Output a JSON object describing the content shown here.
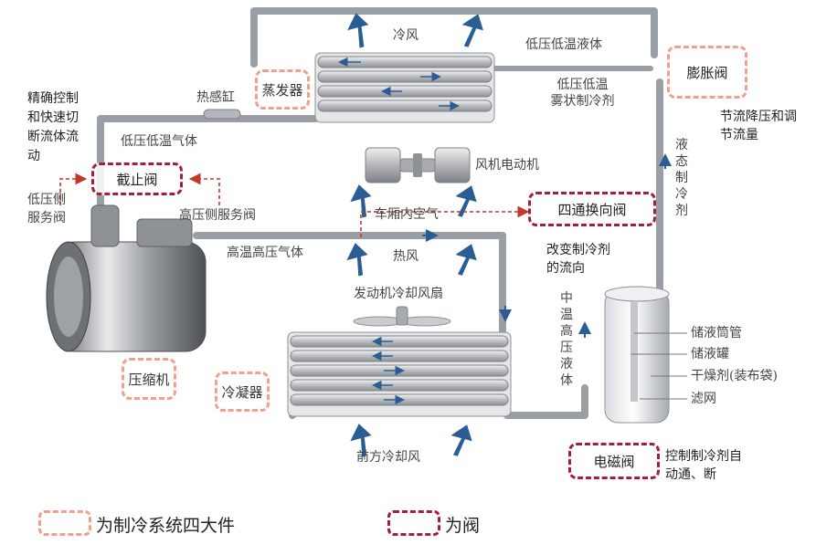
{
  "labels": {
    "cold_air": "冷风",
    "low_temp_low_pressure_liquid": "低压低温液体",
    "low_temp_low_pressure_mist": "低压低温\n雾状制冷剂",
    "thermal_bulb": "热感缸",
    "precise_control": "精确控制\n和快速切\n断流体流\n动",
    "low_temp_low_pressure_gas": "低压低温气体",
    "fan_motor": "风机电动机",
    "low_side_service_valve": "低压侧\n服务阀",
    "high_side_service_valve": "高压侧服务阀",
    "cabin_air": "车厢内空气",
    "high_temp_high_pressure_gas": "高温高压气体",
    "hot_air": "热风",
    "change_flow_direction": "改变制冷剂\n的流向",
    "engine_cooling_fan": "发动机冷却风扇",
    "throttle_regulate": "节流降压和调\n节流量",
    "liquid_refrigerant": "液态制冷剂",
    "mid_temp_high_pressure_liquid": "中温高压液体",
    "receiver_tube": "储液筒管",
    "receiver_tank": "储液罐",
    "desiccant": "干燥剂(装布袋)",
    "filter": "滤网",
    "front_cooling_air": "前方冷却风",
    "control_auto_onoff": "控制制冷剂自\n动通、断"
  },
  "components": {
    "evaporator": "蒸发器",
    "compressor": "压缩机",
    "condenser": "冷凝器"
  },
  "valves": {
    "expansion_valve": "膨胀阀",
    "shutoff_valve": "截止阀",
    "four_way_valve": "四通换向阀",
    "solenoid_valve": "电磁阀"
  },
  "legend": {
    "components": "为制冷系统四大件",
    "valves": "为阀"
  },
  "colors": {
    "component_box": "#f0a08c",
    "valve_box": "#a31f3a",
    "pipe": "#9a9fa6",
    "air_arrow": "#2b5d95",
    "dashed_arrow": "#c0392b"
  }
}
